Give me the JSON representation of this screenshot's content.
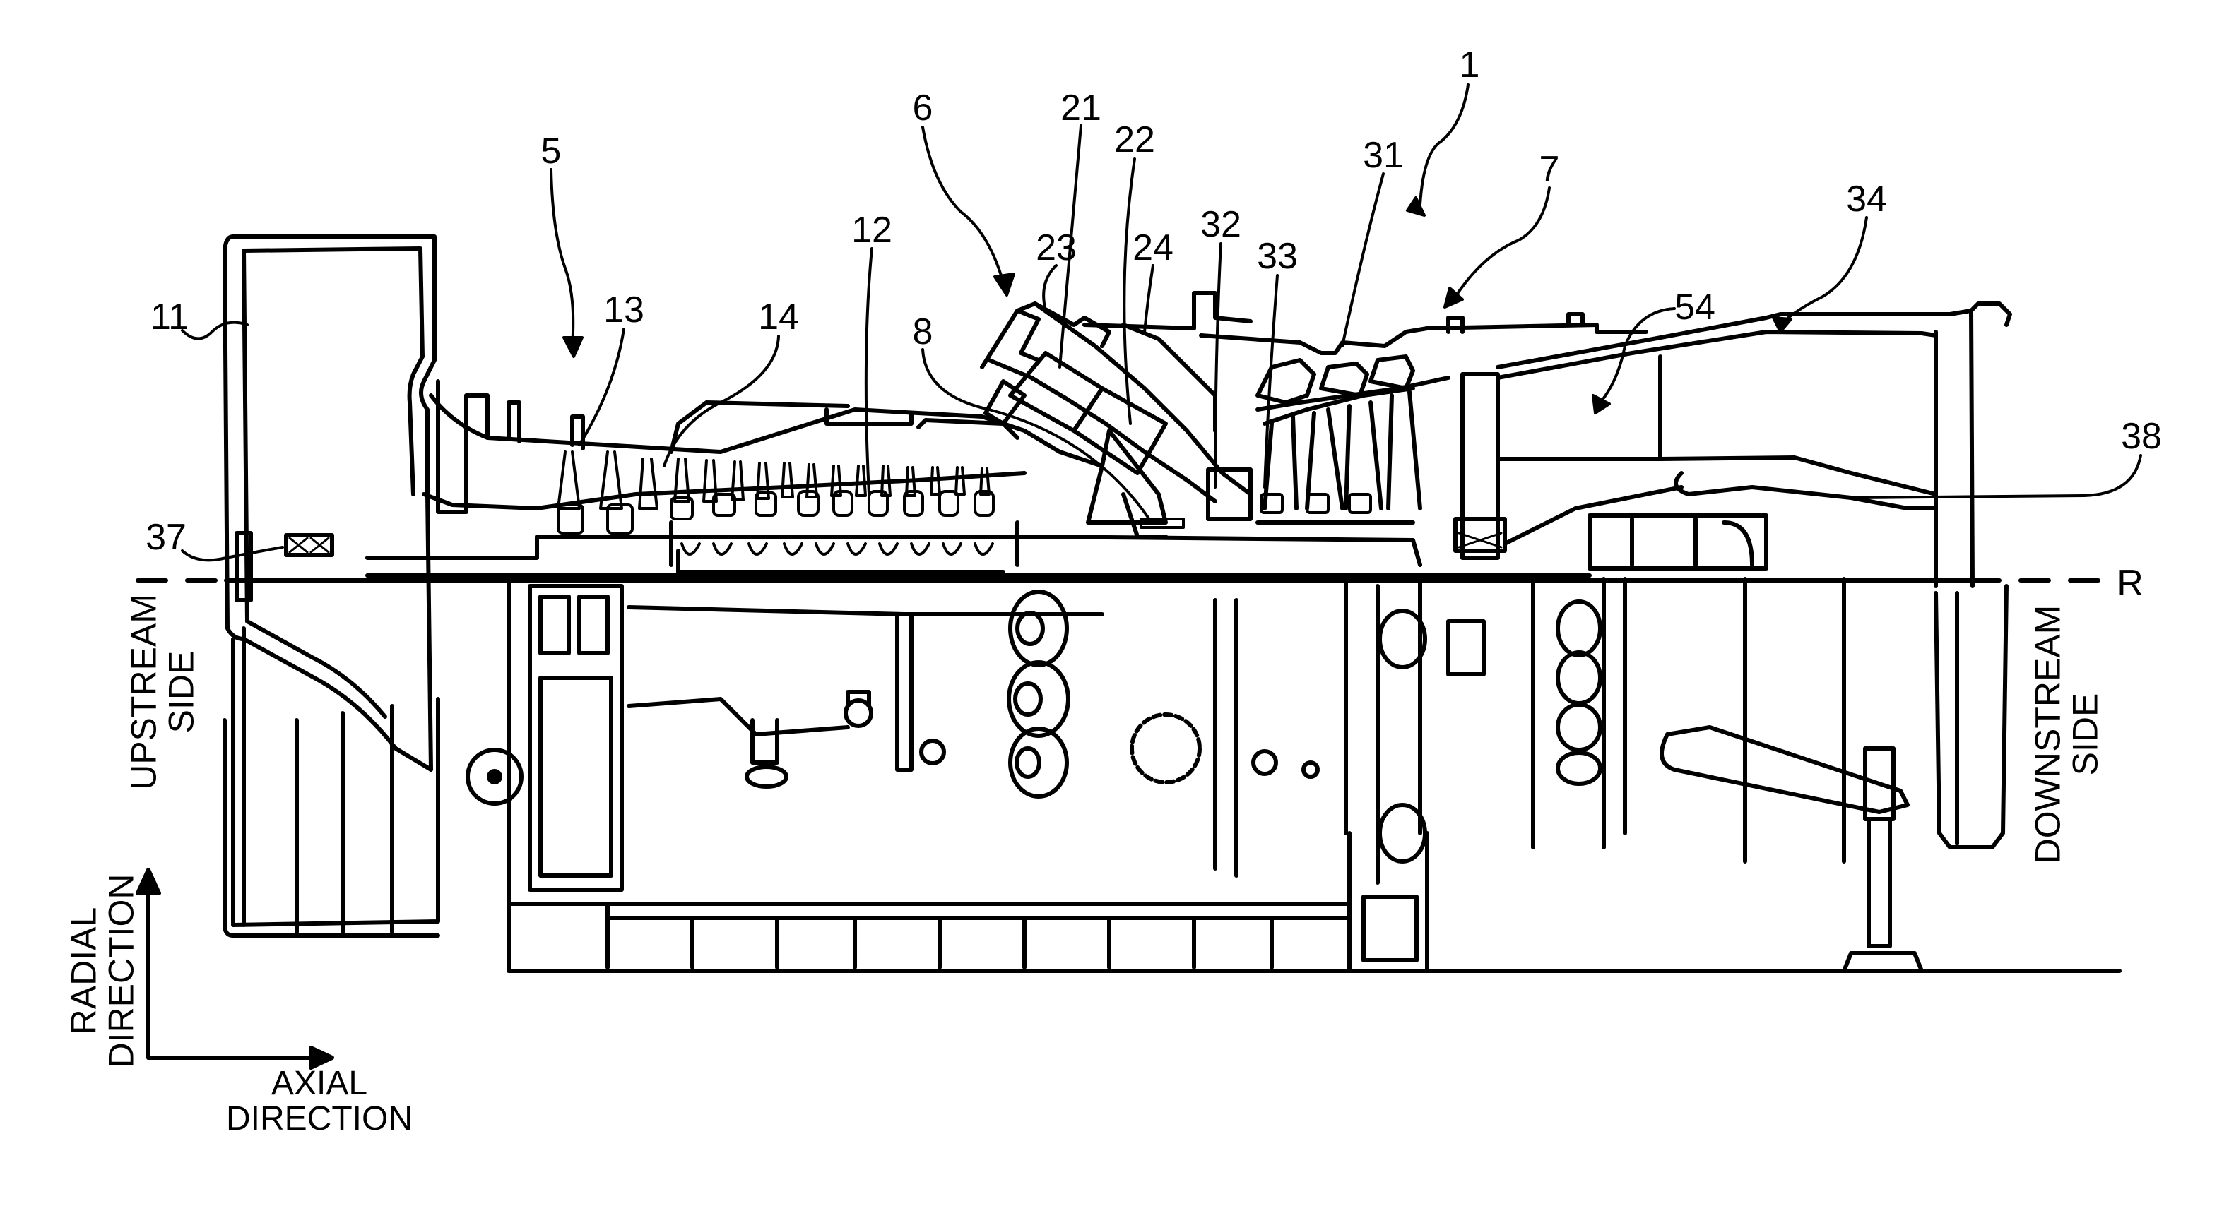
{
  "figure": {
    "title": "Gas turbine cross-section",
    "reference_numerals": {
      "n1": "1",
      "n5": "5",
      "n6": "6",
      "n7": "7",
      "n8": "8",
      "n11": "11",
      "n12": "12",
      "n13": "13",
      "n14": "14",
      "n21": "21",
      "n22": "22",
      "n23": "23",
      "n24": "24",
      "n31": "31",
      "n32": "32",
      "n33": "33",
      "n34": "34",
      "n37": "37",
      "n38": "38",
      "n54": "54"
    },
    "axis_line_label": "R",
    "sides": {
      "upstream_line1": "UPSTREAM",
      "upstream_line2": "SIDE",
      "downstream_line1": "DOWNSTREAM",
      "downstream_line2": "SIDE"
    },
    "direction_legend": {
      "radial_line1": "RADIAL",
      "radial_line2": "DIRECTION",
      "axial_line1": "AXIAL",
      "axial_line2": "DIRECTION"
    },
    "colors": {
      "ink": "#000000",
      "paper": "#ffffff"
    }
  }
}
